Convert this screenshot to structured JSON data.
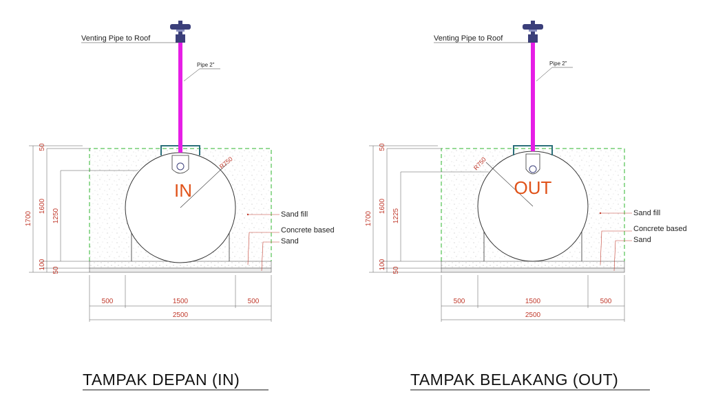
{
  "views": [
    {
      "id": "in",
      "title": "TAMPAK DEPAN (IN)",
      "center_label": "IN",
      "labels": {
        "venting": "Venting Pipe to Roof",
        "pipe": "Pipe 2\"",
        "sand_fill": "Sand fill",
        "concrete": "Concrete based",
        "sand": "Sand",
        "radius": "R750"
      },
      "vertical_dims": {
        "outer": "1700",
        "mid": "1600",
        "inner": "1250",
        "top": "50",
        "base": "100",
        "bottom": "50"
      },
      "horizontal_dims": {
        "left": "500",
        "center": "1500",
        "right": "500",
        "total": "2500"
      }
    },
    {
      "id": "out",
      "title": "TAMPAK BELAKANG (OUT)",
      "center_label": "OUT",
      "labels": {
        "venting": "Venting Pipe to Roof",
        "pipe": "Pipe 2\"",
        "sand_fill": "Sand fill",
        "concrete": "Concrete based",
        "sand": "Sand",
        "radius": "R750"
      },
      "vertical_dims": {
        "outer": "1700",
        "mid": "1600",
        "inner": "1225",
        "top": "50",
        "base": "100",
        "bottom": "50"
      },
      "horizontal_dims": {
        "left": "500",
        "center": "1500",
        "right": "500",
        "total": "2500"
      }
    }
  ],
  "colors": {
    "pipe": "#e61ee6",
    "dimension": "#c0392b",
    "center_label": "#e0531a",
    "boundary": "#2db52d",
    "valve": "#3b3f7a",
    "bracket": "#2a6f7a"
  }
}
